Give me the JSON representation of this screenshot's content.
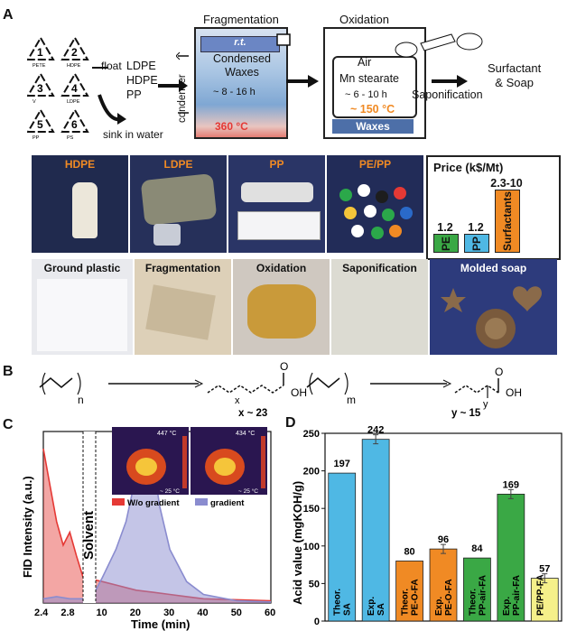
{
  "panelA": {
    "letter": "A",
    "recycle_codes": [
      {
        "num": "1",
        "label": "PETE"
      },
      {
        "num": "2",
        "label": "HDPE"
      },
      {
        "num": "3",
        "label": "V"
      },
      {
        "num": "4",
        "label": "LDPE"
      },
      {
        "num": "5",
        "label": "PP"
      },
      {
        "num": "6",
        "label": "PS"
      }
    ],
    "float_label": "float",
    "float_items": [
      "LDPE",
      "HDPE",
      "PP"
    ],
    "sink_label": "sink in water",
    "fragmentation": {
      "title": "Fragmentation",
      "rt": "r.t.",
      "waxes": "Condensed\nWaxes",
      "time": "~ 8 - 16 h",
      "condenser": "condenser",
      "temp": "360 °C"
    },
    "oxidation": {
      "title": "Oxidation",
      "air": "Air",
      "catalyst": "Mn stearate",
      "time": "~ 6 - 10 h",
      "temp": "~ 150 °C",
      "waxes": "Waxes"
    },
    "saponification": "Saponification",
    "product": "Surfactant\n& Soap",
    "photos_row1": [
      {
        "label": "HDPE",
        "bg": "#202a4e"
      },
      {
        "label": "LDPE",
        "bg": "#26305a"
      },
      {
        "label": "PP",
        "bg": "#2a3566"
      },
      {
        "label": "PE/PP",
        "bg": "#222c58"
      }
    ],
    "photos_row2": [
      {
        "label": "Ground plastic",
        "bg": "#e9eaee",
        "lc": "#111"
      },
      {
        "label": "Fragmentation",
        "bg": "#ddd0b8",
        "lc": "#111"
      },
      {
        "label": "Oxidation",
        "bg": "#cfc8c0",
        "lc": "#111"
      },
      {
        "label": "Saponification",
        "bg": "#dcdbd2",
        "lc": "#111"
      },
      {
        "label": "Molded soap",
        "bg": "#2d3b7c",
        "lc": "#fff"
      }
    ],
    "price": {
      "title": "Price (k$/Mt)",
      "bars": [
        {
          "label": "PE",
          "value_text": "1.2",
          "color": "#3aa845",
          "value": 1.2
        },
        {
          "label": "PP",
          "value_text": "1.2",
          "color": "#4fb8e4",
          "value": 1.2
        },
        {
          "label": "Surfactants",
          "value_text": "2.3-10",
          "color": "#f08a24",
          "value": 4.2
        }
      ]
    }
  },
  "panelB": {
    "letter": "B",
    "left_sub": "n",
    "left_product_sub": "x",
    "left_acid": "OH",
    "left_note": "x ~ 23",
    "right_sub": "m",
    "right_product_sub": "y",
    "right_acid": "OH",
    "right_note": "y ~ 15",
    "carbonyl": "O"
  },
  "chart_data": [
    {
      "panel": "C",
      "type": "area",
      "ylabel": "FID Intensity (a.u.)",
      "xlabel": "Time (min)",
      "x_ticks_left": [
        "2.4",
        "2.8"
      ],
      "x_ticks_right": [
        "10",
        "20",
        "30",
        "40",
        "50",
        "60"
      ],
      "break_label": "Solvent",
      "legend": [
        "W/o gradient",
        "gradient"
      ],
      "series": [
        {
          "name": "W/o gradient",
          "color": "#e53935",
          "x": [
            2.4,
            2.5,
            2.6,
            2.7,
            2.8,
            2.9,
            3.0,
            10,
            15,
            20,
            25,
            30,
            35,
            40,
            50,
            60
          ],
          "y": [
            0.72,
            0.55,
            0.38,
            0.27,
            0.33,
            0.22,
            0.12,
            0.1,
            0.08,
            0.06,
            0.05,
            0.04,
            0.03,
            0.02,
            0.015,
            0.01
          ]
        },
        {
          "name": "gradient",
          "color": "#8a8ccf",
          "x": [
            2.4,
            2.6,
            2.8,
            3.0,
            5,
            8,
            10,
            14,
            17,
            20,
            22,
            23,
            25,
            27,
            30,
            35,
            40,
            50,
            60
          ],
          "y": [
            0.02,
            0.03,
            0.02,
            0.02,
            0.03,
            0.06,
            0.12,
            0.25,
            0.38,
            0.6,
            0.72,
            0.75,
            0.66,
            0.45,
            0.25,
            0.1,
            0.04,
            0.01,
            0.005
          ]
        }
      ],
      "inset_temps": [
        {
          "top": "447 °C",
          "bottom": "~ 25 °C"
        },
        {
          "top": "434 °C",
          "bottom": "~ 25 °C"
        }
      ]
    },
    {
      "panel": "D",
      "type": "bar",
      "ylabel": "Acid value (mgKOH/g)",
      "ylim": [
        0,
        250
      ],
      "y_ticks": [
        0,
        50,
        100,
        150,
        200,
        250
      ],
      "categories": [
        "Theor. SA",
        "Exp. SA",
        "Theor. PE-O-FA",
        "Exp. PE-O-FA",
        "Theor. PP-air-FA",
        "Exp. PP-air-FA",
        "PE/PP-FA"
      ],
      "values": [
        197,
        242,
        80,
        96,
        84,
        169,
        57
      ],
      "value_labels": [
        "197",
        "242",
        "80",
        "96",
        "84",
        "169",
        "57"
      ],
      "colors": [
        "#4fb8e4",
        "#4fb8e4",
        "#f08a24",
        "#f08a24",
        "#3aa845",
        "#3aa845",
        "#f5f08a"
      ],
      "error_bars": [
        false,
        true,
        false,
        true,
        false,
        true,
        true
      ]
    }
  ],
  "panelC_letter": "C",
  "panelD_letter": "D"
}
